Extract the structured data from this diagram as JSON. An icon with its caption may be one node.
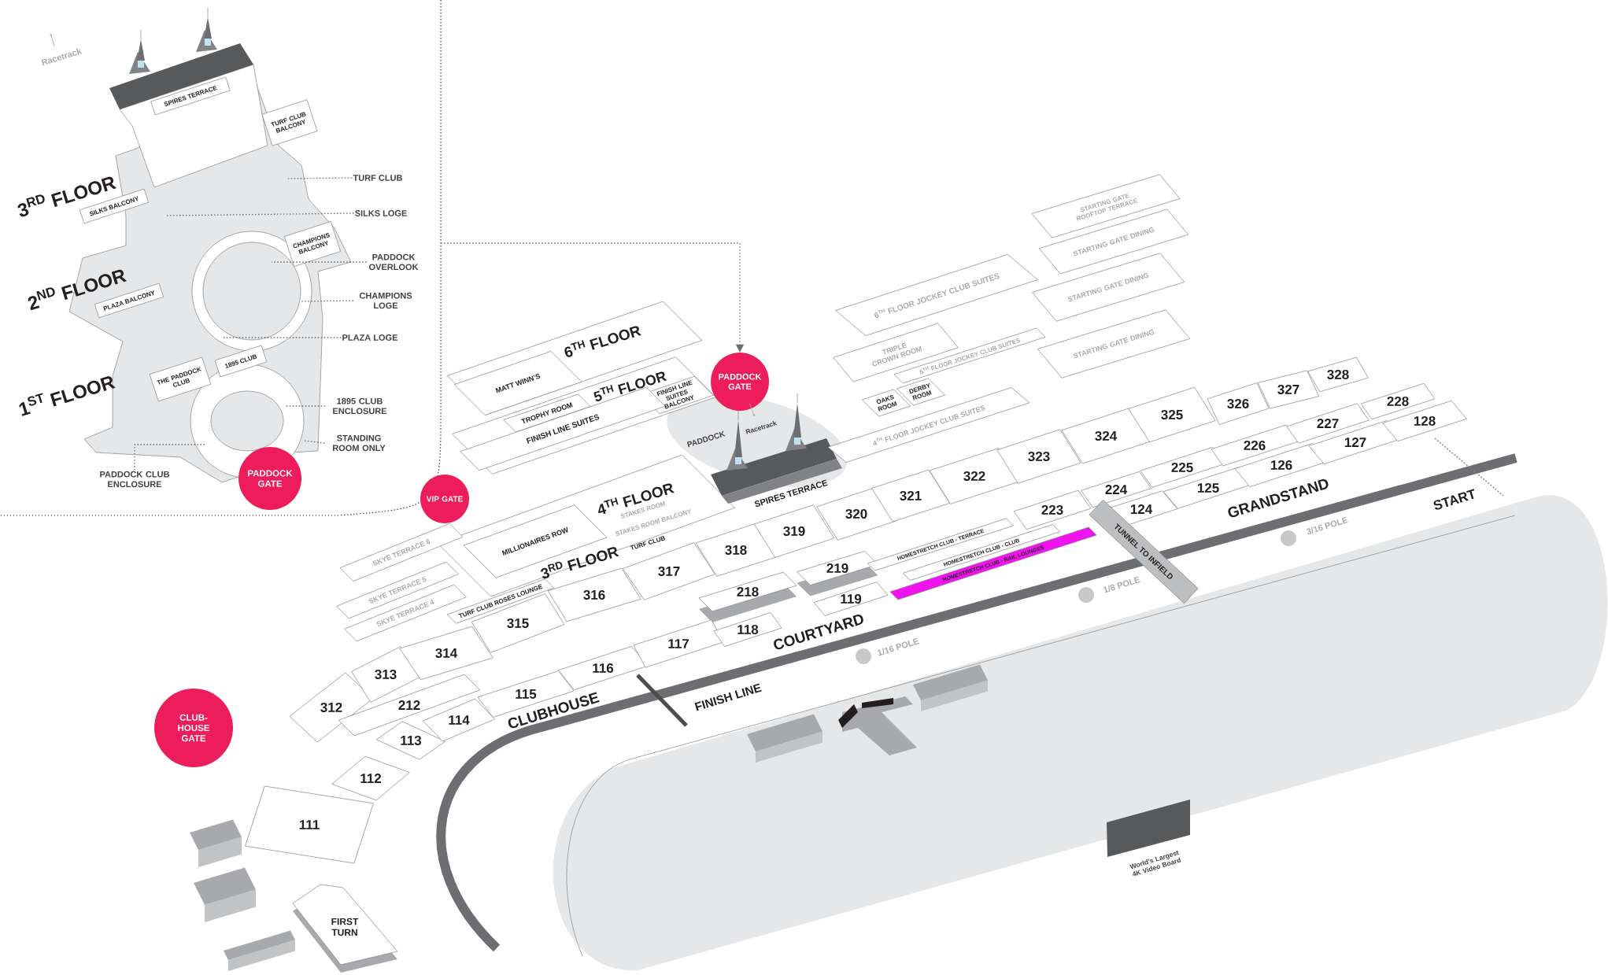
{
  "diagram": {
    "nodes": [
      {
        "text": [],
        "shape": "box"
      },
      {
        "text": [
          "SPIRES TERRACE"
        ],
        "in": 0
      },
      {
        "text": [
          "TURF CLUB BALCONY"
        ],
        "in": 0
      },
      {
        "text": [
          "SILKS BALCONY"
        ],
        "in": 0
      },
      {
        "text": [
          "CHAMPIONS BALCONY"
        ],
        "in": 0
      },
      {
        "text": [
          "PLAZA BALCONY"
        ],
        "in": 0
      },
      {
        "text": [
          "1895 CLUB"
        ],
        "in": 0
      },
      {
        "text": [
          "THE PADDOCK CLUB"
        ],
        "in": 0
      },
      {
        "text": [
          "TURF CLUB"
        ],
        "in": 0
      },
      {
        "text": [
          "SILKS LOGE"
        ],
        "in": 0
      },
      {
        "text": [
          "PADDOCK OVERLOOK"
        ],
        "in": 0
      },
      {
        "text": [
          "CHAMPIONS LOGE"
        ],
        "in": 0
      },
      {
        "text": [
          "PLAZA LOGE"
        ],
        "in": 0
      },
      {
        "text": [
          "1895 CLUB ENCLOSURE"
        ],
        "in": 0
      },
      {
        "text": [
          "STANDING ROOM ONLY"
        ],
        "in": 0
      },
      {
        "text": [
          "PADDOCK CLUB ENCLOSURE"
        ],
        "in": 0
      },
      {
        "text": [
          "PADDOCK GATE"
        ],
        "in": 0
      },
      {
        "text": [
          "VIP GATE"
        ]
      },
      {
        "text": [
          "PADDOCK GATE"
        ]
      },
      {
        "text": [
          "CLUB-HOUSE GATE"
        ]
      },
      {
        "text": [
          "MATT WINN’S"
        ]
      },
      {
        "text": [
          "TROPHY ROOM"
        ]
      },
      {
        "text": [
          "FINISH LINE SUITES BALCONY"
        ]
      },
      {
        "text": [
          "FINISH LINE SUITES"
        ]
      },
      {
        "text": [
          "MILLIONAIRES ROW"
        ]
      },
      {
        "text": [
          "SKYE TERRACE 6"
        ]
      },
      {
        "text": [
          "SKYE TERRACE 5"
        ]
      },
      {
        "text": [
          "SKYE TERRACE 4"
        ]
      },
      {
        "text": [
          "TURF CLUB ROSES LOUNGE"
        ]
      },
      {
        "text": [
          "312"
        ]
      },
      {
        "text": [
          "313"
        ]
      },
      {
        "text": [
          "314"
        ]
      },
      {
        "text": [
          "315"
        ]
      },
      {
        "text": [
          "316"
        ]
      },
      {
        "text": [
          "317"
        ]
      },
      {
        "text": [
          "318"
        ]
      },
      {
        "text": [
          "319"
        ]
      },
      {
        "text": [
          "320"
        ]
      },
      {
        "text": [
          "321"
        ]
      },
      {
        "text": [
          "322"
        ]
      },
      {
        "text": [
          "323"
        ]
      },
      {
        "text": [
          "324"
        ]
      },
      {
        "text": [
          "325"
        ]
      },
      {
        "text": [
          "326"
        ]
      },
      {
        "text": [
          "327"
        ]
      },
      {
        "text": [
          "328"
        ]
      },
      {
        "text": [
          "212"
        ]
      },
      {
        "text": [
          "218"
        ]
      },
      {
        "text": [
          "219"
        ]
      },
      {
        "text": [
          "223"
        ]
      },
      {
        "text": [
          "224"
        ]
      },
      {
        "text": [
          "225"
        ]
      },
      {
        "text": [
          "226"
        ]
      },
      {
        "text": [
          "227"
        ]
      },
      {
        "text": [
          "228"
        ]
      },
      {
        "text": [
          "111"
        ]
      },
      {
        "text": [
          "112"
        ]
      },
      {
        "text": [
          "113"
        ]
      },
      {
        "text": [
          "114"
        ]
      },
      {
        "text": [
          "115"
        ]
      },
      {
        "text": [
          "116"
        ]
      },
      {
        "text": [
          "117"
        ]
      },
      {
        "text": [
          "118"
        ]
      },
      {
        "text": [
          "119"
        ]
      },
      {
        "text": [
          "124"
        ]
      },
      {
        "text": [
          "125"
        ]
      },
      {
        "text": [
          "126"
        ]
      },
      {
        "text": [
          "127"
        ]
      },
      {
        "text": [
          "128"
        ]
      },
      {
        "text": [
          "HOMESTRETCH CLUB - TERRACE"
        ]
      },
      {
        "text": [
          "HOMESTRETCH CLUB - CLUB"
        ]
      },
      {
        "text": [
          "HOMESTRETCH CLUB - RAIL LOUNGES"
        ]
      },
      {
        "text": [
          "TUNNEL TO INFIELD"
        ]
      },
      {
        "text": [
          "FIRST TURN"
        ]
      },
      {
        "text": [
          "4$^{TH}$ FLOOR JOCKEY CLUB SUITES"
        ]
      },
      {
        "text": [
          "OAKS ROOM"
        ]
      },
      {
        "text": [
          "DERBY ROOM"
        ]
      },
      {
        "text": [
          "TRIPLE CROWN ROOM"
        ]
      },
      {
        "text": [
          "5$^{TH}$ FLOOR JOCKEY CLUB SUITES"
        ]
      },
      {
        "text": [
          "6$^{TH}$ FLOOR JOCKEY CLUB SUITES"
        ]
      },
      {
        "text": [
          "STARTING GATE ROOFTOP TERRACE"
        ]
      },
      {
        "text": [
          "STARTING GATE DINING"
        ]
      },
      {
        "text": [
          "STARTING GATE DINING"
        ]
      },
      {
        "text": [
          "STARTING GATE DINING"
        ]
      }
    ],
    "edges": [
      {
        "from": 8,
        "to": null,
        "arrow": "none",
        "style": "dashed"
      },
      {
        "from": 9,
        "to": null,
        "arrow": "none",
        "style": "dashed"
      },
      {
        "from": 10,
        "to": null,
        "arrow": "none",
        "style": "dashed"
      },
      {
        "from": 11,
        "to": null,
        "arrow": "none",
        "style": "dashed"
      },
      {
        "from": 12,
        "to": null,
        "arrow": "none",
        "style": "dashed"
      },
      {
        "from": 13,
        "to": null,
        "arrow": "none",
        "style": "dashed"
      },
      {
        "from": 14,
        "to": null,
        "arrow": "none",
        "style": "dashed"
      },
      {
        "from": 15,
        "to": null,
        "arrow": "none",
        "style": "dashed"
      },
      {
        "from": 0,
        "to": 18,
        "arrow": "to",
        "style": "dashed"
      }
    ],
    "labels": [
      "Racetrack",
      "3$^{RD}$ FLOOR",
      "2$^{ND}$ FLOOR",
      "1$^{ST}$ FLOOR",
      "6$^{TH}$ FLOOR",
      "5$^{TH}$ FLOOR",
      "4$^{TH}$ FLOOR",
      "STAKES ROOM",
      "STAKES ROOM BALCONY",
      "TURF CLUB",
      "3$^{RD}$ FLOOR",
      "PADDOCK",
      "Racetrack",
      "SPIRES TERRACE",
      "COURTYARD",
      "GRANDSTAND",
      "START",
      "CLUBHOUSE",
      "FINISH LINE",
      "1/16 POLE",
      "1/8 POLE",
      "3/16 POLE",
      "World’s Largest 4K Video Board"
    ]
  }
}
